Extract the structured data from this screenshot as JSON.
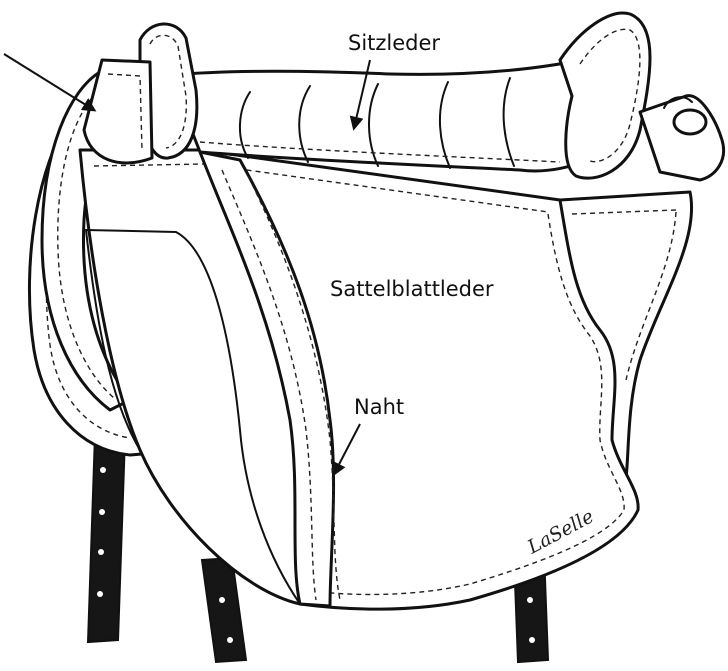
{
  "labels": {
    "seat": "Sitzleder",
    "flap": "Sattelblattleder",
    "seam": "Naht"
  },
  "logo_text": "LaSelle",
  "colors": {
    "line": "#111111",
    "background": "#ffffff",
    "straps": "#161616"
  }
}
